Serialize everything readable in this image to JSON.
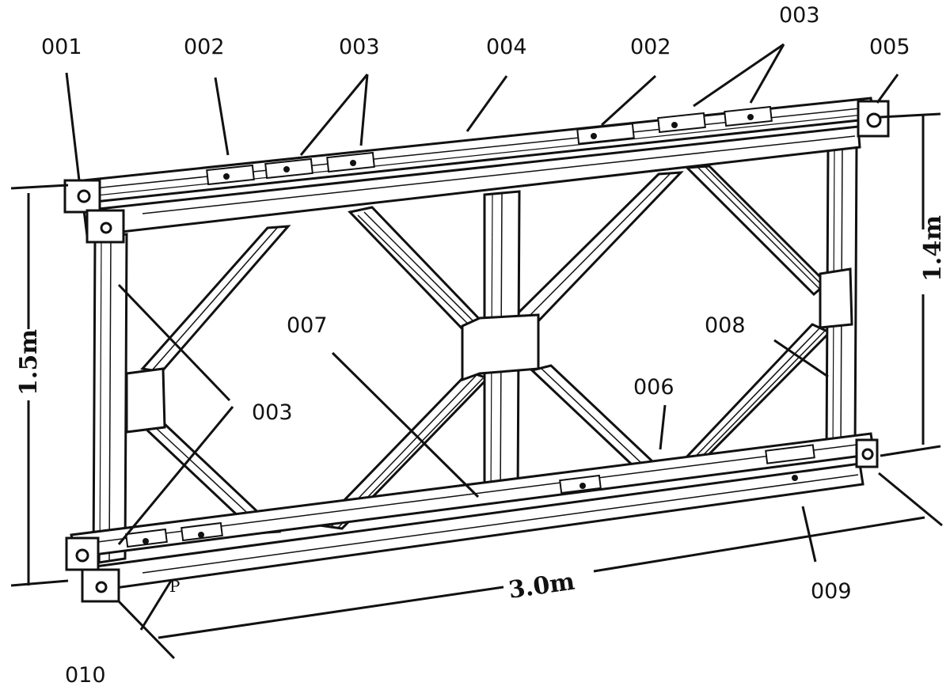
{
  "labels": {
    "l001": "001",
    "l002a": "002",
    "l003a": "003",
    "l004": "004",
    "l002b": "002",
    "l003b": "003",
    "l005": "005",
    "l007": "007",
    "l008": "008",
    "l003c": "003",
    "l006": "006",
    "l009": "009",
    "l010": "010"
  },
  "dimensions": {
    "height_left": "1.5m",
    "height_right": "1.4m",
    "length": "3.0m"
  }
}
